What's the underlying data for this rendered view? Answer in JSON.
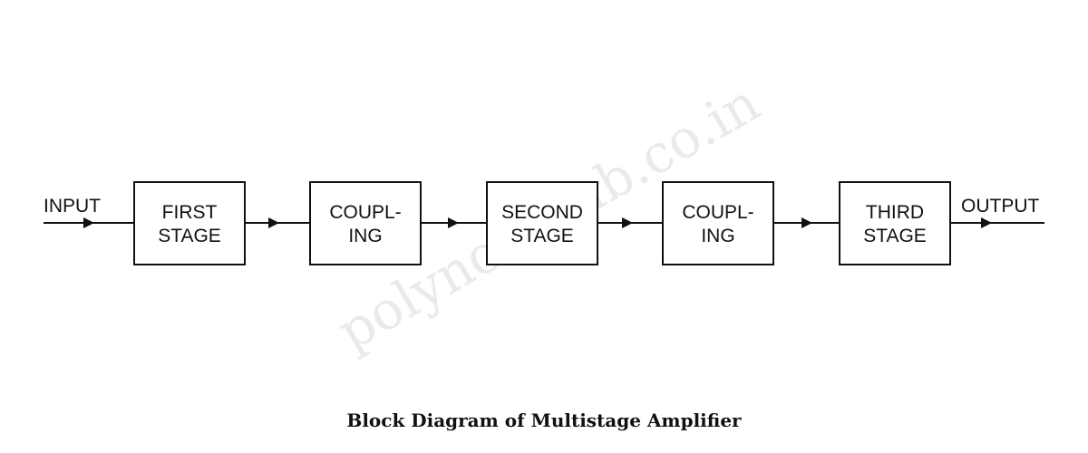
{
  "diagram": {
    "input_label": "INPUT",
    "output_label": "OUTPUT",
    "blocks": [
      {
        "line1": "FIRST",
        "line2": "STAGE"
      },
      {
        "line1": "COUPL-",
        "line2": "ING"
      },
      {
        "line1": "SECOND",
        "line2": "STAGE"
      },
      {
        "line1": "COUPL-",
        "line2": "ING"
      },
      {
        "line1": "THIRD",
        "line2": "STAGE"
      }
    ]
  },
  "watermark": "polynotehub.co.in",
  "caption": "Block Diagram of Multistage Amplifier",
  "colors": {
    "stroke": "#111111",
    "watermark": "#d9d9d9",
    "background": "#ffffff"
  }
}
